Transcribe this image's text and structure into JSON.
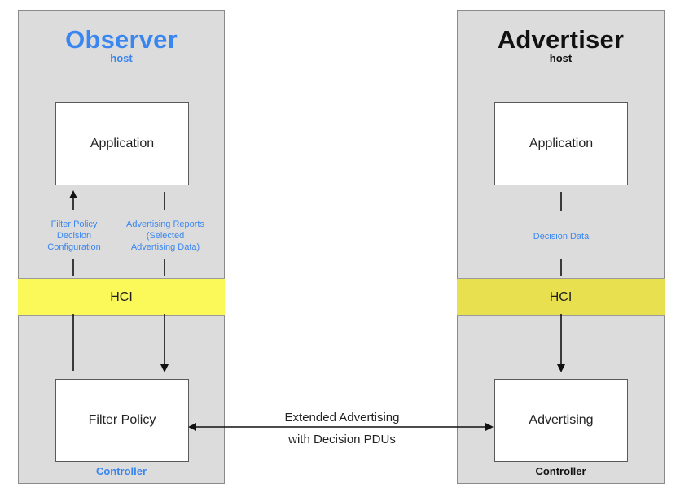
{
  "colors": {
    "observer_accent": "#3a86f0",
    "advertiser_accent": "#111111",
    "panel_bg": "#dcdcdc",
    "hci_observer": "#fbf95a",
    "hci_advertiser": "#e8e04e",
    "line": "#111111"
  },
  "observer": {
    "title": "Observer",
    "subtitle": "host",
    "application": "Application",
    "hci": "HCI",
    "bottom_box": "Filter Policy",
    "footer": "Controller",
    "left_label": [
      "Filter Policy",
      "Decision",
      "Configuration"
    ],
    "right_label": [
      "Advertising Reports",
      "(Selected",
      "Advertising Data)"
    ]
  },
  "advertiser": {
    "title": "Advertiser",
    "subtitle": "host",
    "application": "Application",
    "hci": "HCI",
    "bottom_box": "Advertising",
    "footer": "Controller",
    "label": "Decision Data"
  },
  "link": {
    "line1": "Extended Advertising",
    "line2": "with Decision PDUs"
  }
}
